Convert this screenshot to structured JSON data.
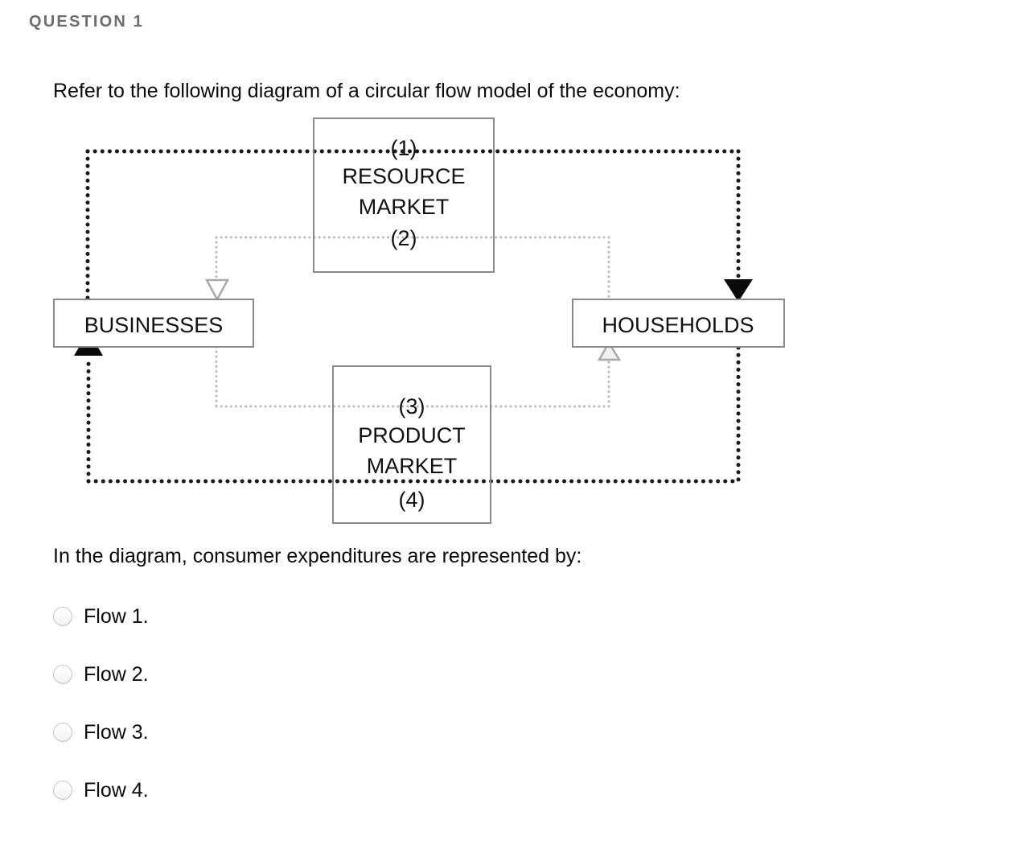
{
  "header": {
    "title": "QUESTION 1"
  },
  "prompt": {
    "top": "Refer to the following diagram of a circular flow model of the economy:",
    "bottom": "In the diagram, consumer expenditures are represented by:"
  },
  "diagram": {
    "title": "circular-flow-model",
    "boxes": [
      {
        "id": "resource-market",
        "lines": [
          "RESOURCE",
          "MARKET"
        ],
        "flow_top": "(1)",
        "flow_bottom": "(2)"
      },
      {
        "id": "businesses",
        "lines": [
          "BUSINESSES"
        ]
      },
      {
        "id": "households",
        "lines": [
          "HOUSEHOLDS"
        ]
      },
      {
        "id": "product-market",
        "lines": [
          "PRODUCT",
          "MARKET"
        ],
        "flow_top": "(3)",
        "flow_bottom": "(4)"
      }
    ],
    "flow_labels": {
      "one": "(1)",
      "two": "(2)",
      "three": "(3)",
      "four": "(4)"
    },
    "box_labels": {
      "resource_market_line1": "RESOURCE",
      "resource_market_line2": "MARKET",
      "businesses": "BUSINESSES",
      "households": "HOUSEHOLDS",
      "product_market_line1": "PRODUCT",
      "product_market_line2": "MARKET"
    },
    "colors": {
      "box_stroke": "#8a8a8a",
      "flow_dark": "#1a1a1a",
      "flow_light": "#b9b9b9",
      "text": "#111111"
    }
  },
  "options": [
    {
      "id": "flow-1",
      "label": "Flow 1.",
      "selected": false
    },
    {
      "id": "flow-2",
      "label": "Flow 2.",
      "selected": false
    },
    {
      "id": "flow-3",
      "label": "Flow 3.",
      "selected": false
    },
    {
      "id": "flow-4",
      "label": "Flow 4.",
      "selected": false
    }
  ]
}
